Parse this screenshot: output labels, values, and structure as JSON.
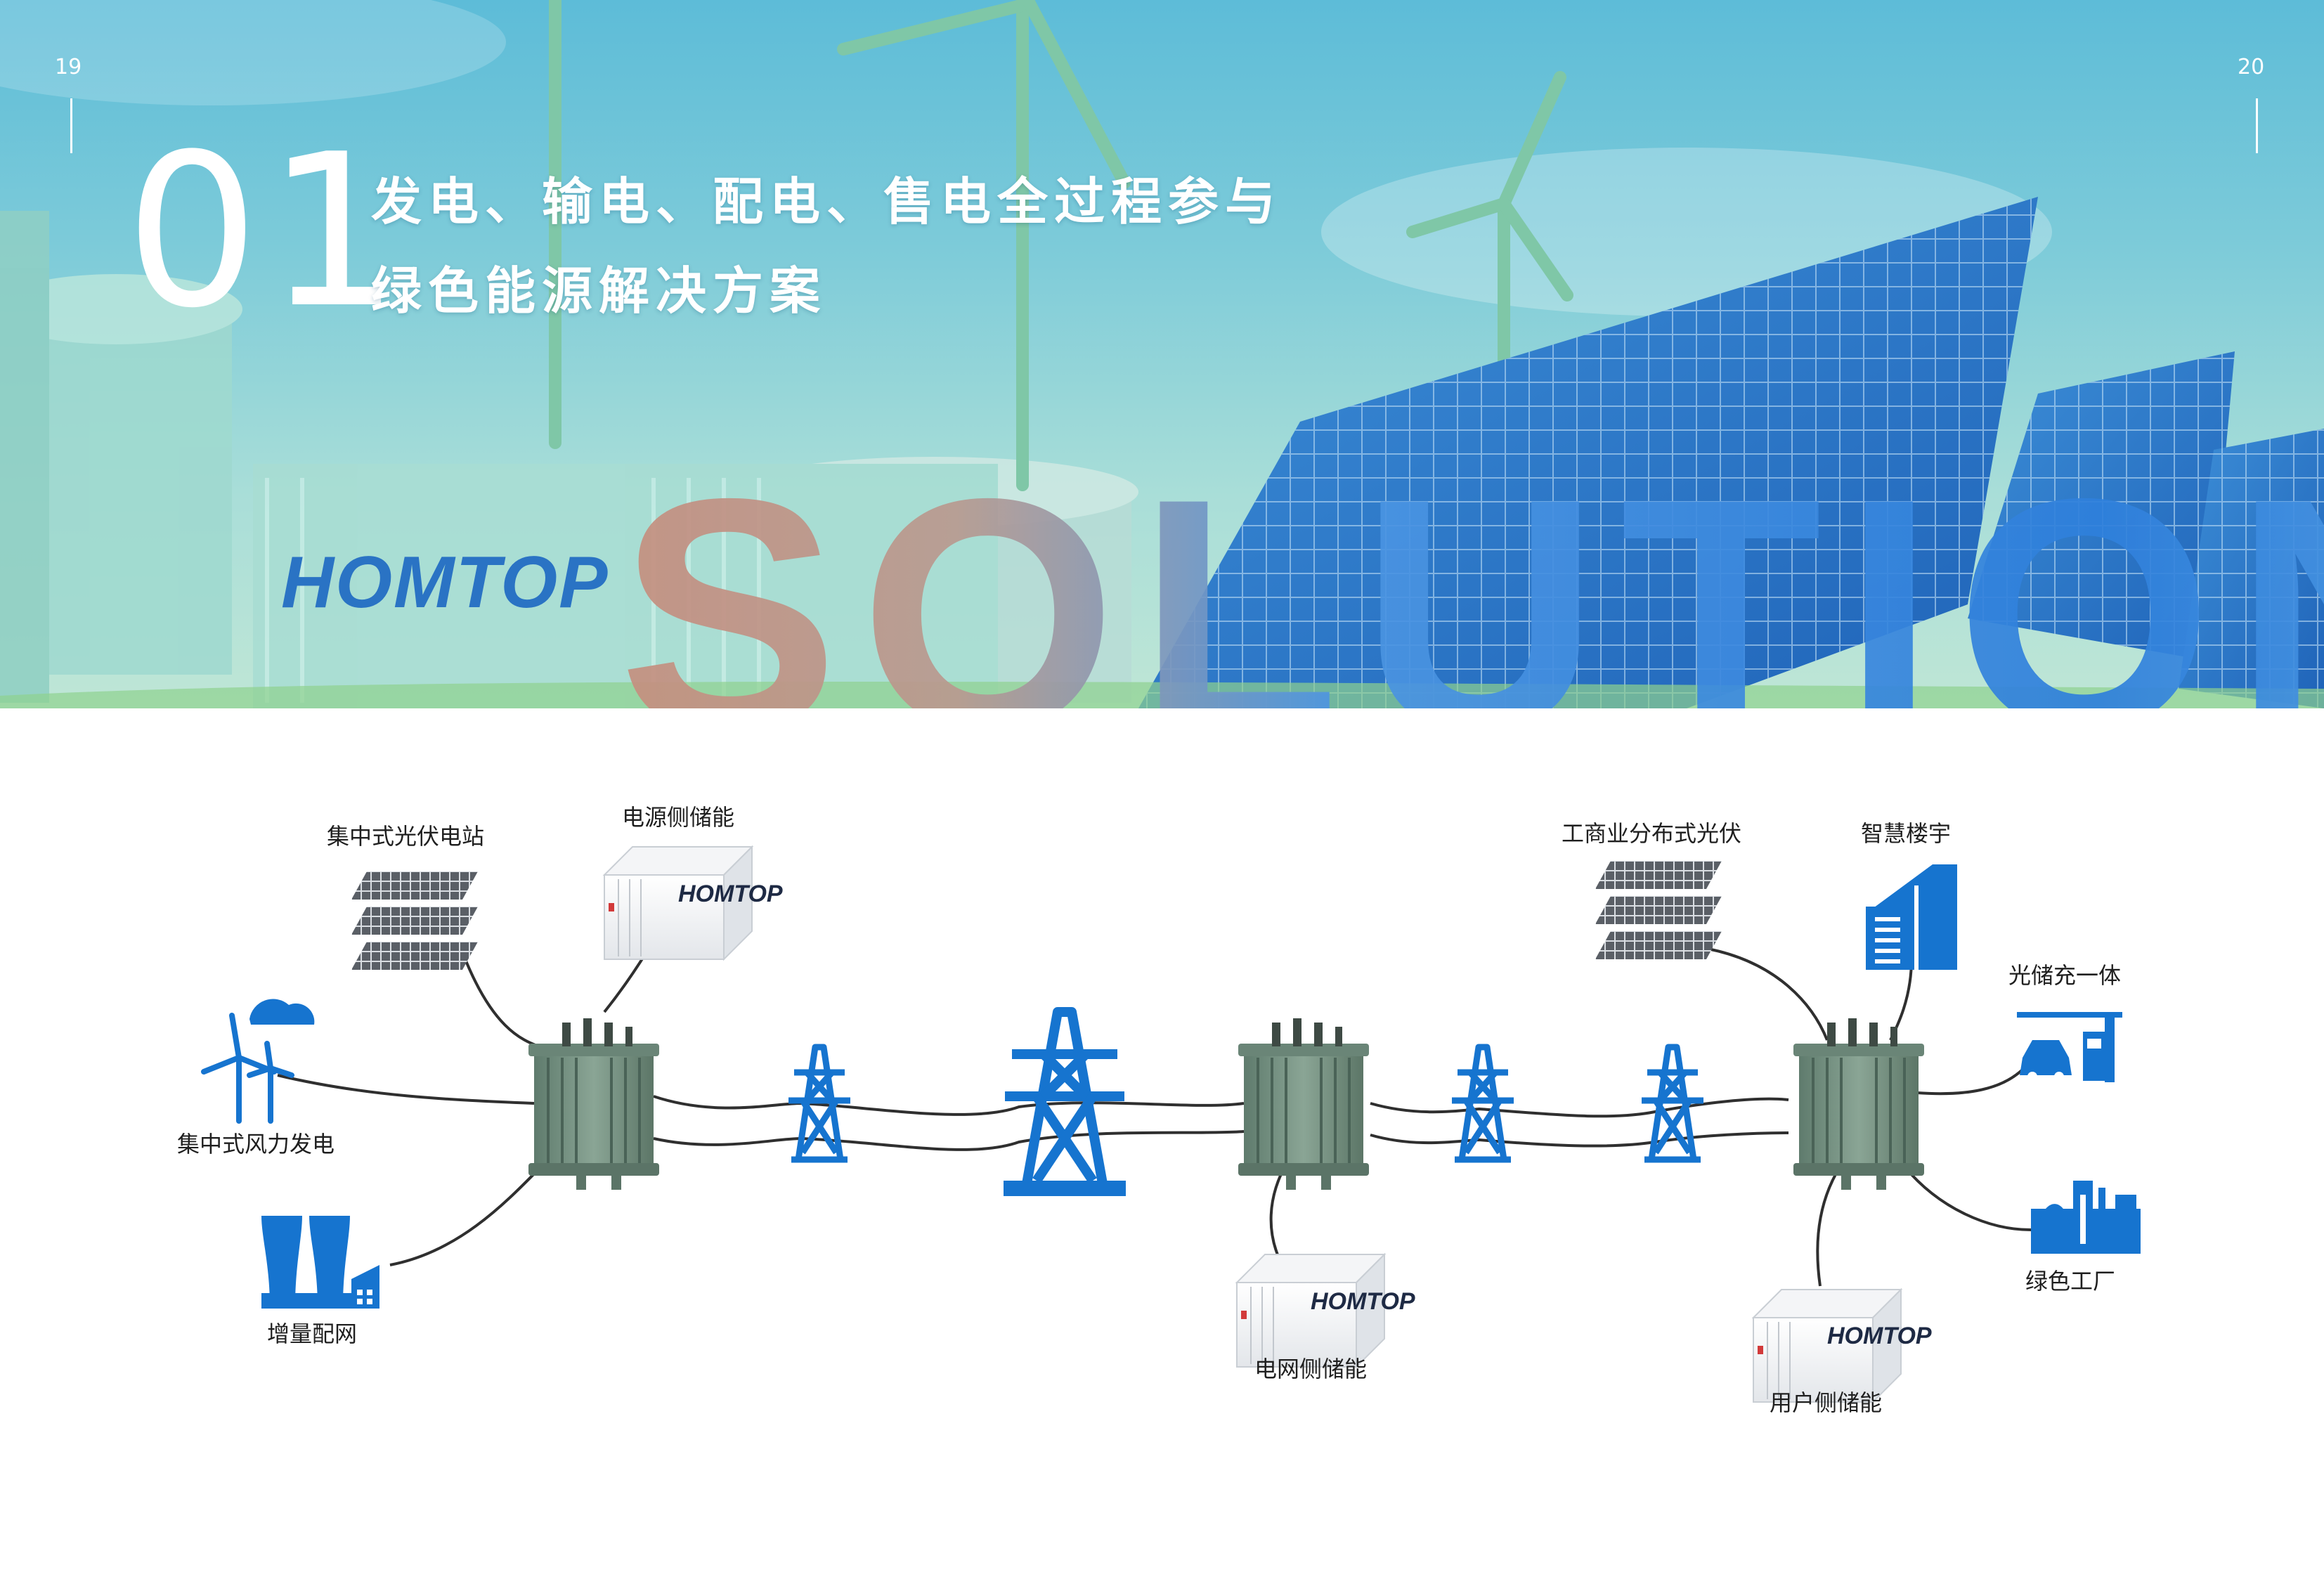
{
  "page_numbers": {
    "left": "19",
    "right": "20"
  },
  "hero": {
    "section_number": "01",
    "title_line1": "发电、输电、配电、售电全过程参与",
    "title_line2": "绿色能源解决方案",
    "brand": "HOMTOP",
    "background_word": "SOLUTIONS"
  },
  "diagram": {
    "labels": {
      "pv_station": "集中式光伏电站",
      "source_storage": "电源侧储能",
      "wind_power": "集中式风力发电",
      "incremental_grid": "增量配网",
      "grid_storage": "电网侧储能",
      "commercial_pv": "工商业分布式光伏",
      "smart_building": "智慧楼宇",
      "pv_storage_charging": "光储充一体",
      "green_factory": "绿色工厂",
      "user_storage": "用户侧储能"
    },
    "container_brand": "HOMTOP"
  },
  "colors": {
    "accent_blue": "#1a6fc4",
    "icon_blue": "#1674cf",
    "transformer_green": "#6f8a7c",
    "line_dark": "#2f2f2f"
  },
  "icons": [
    "wind-turbine-icon",
    "factory-icon",
    "transmission-tower-icon",
    "smart-building-icon",
    "ev-charging-icon",
    "green-factory-icon",
    "solar-panel-icon",
    "storage-container-icon",
    "transformer-icon"
  ]
}
